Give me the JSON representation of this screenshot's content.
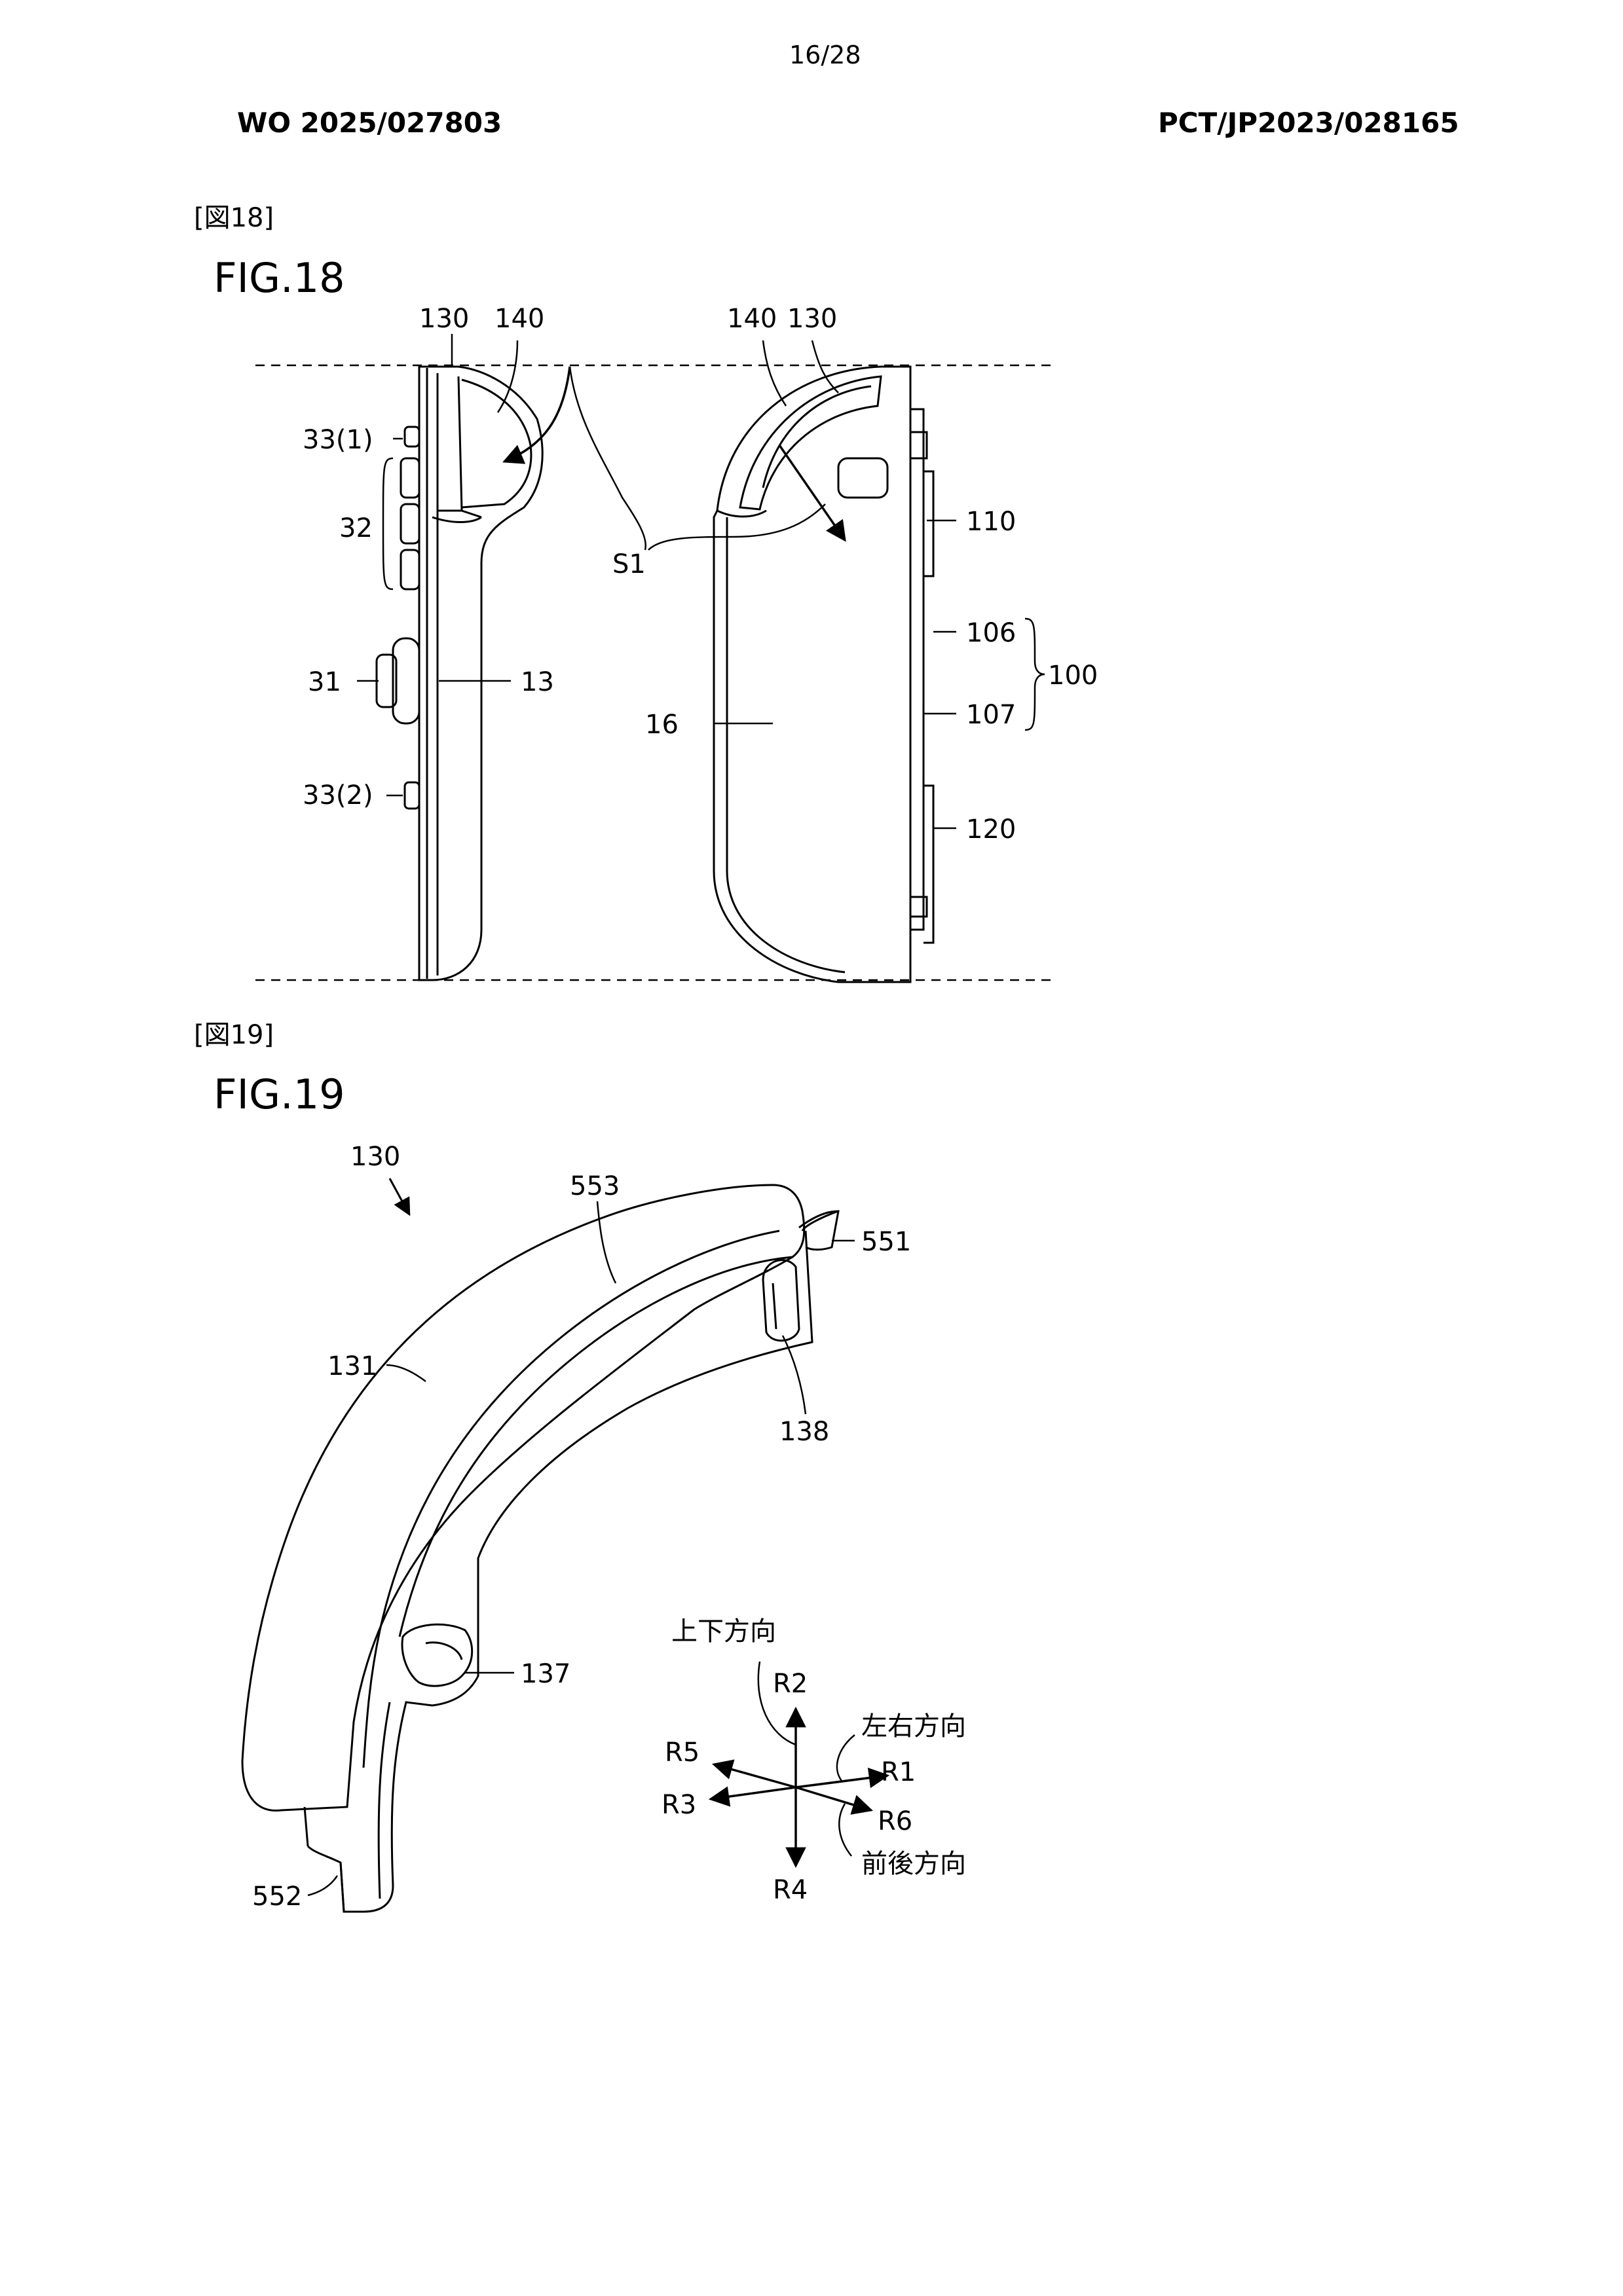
{
  "header": {
    "page_number": "16/28",
    "publication_number": "WO 2025/027803",
    "application_number": "PCT/JP2023/028165"
  },
  "fig18": {
    "tag": "[図18]",
    "title": "FIG.18",
    "labels": {
      "l130a": "130",
      "l140a": "140",
      "l140b": "140",
      "l130b": "130",
      "l33_1": "33(1)",
      "l32": "32",
      "l31": "31",
      "l13": "13",
      "l33_2": "33(2)",
      "lS1": "S1",
      "l16": "16",
      "l110": "110",
      "l106": "106",
      "l107": "107",
      "l100": "100",
      "l120": "120"
    }
  },
  "fig19": {
    "tag": "[図19]",
    "title": "FIG.19",
    "labels": {
      "l130": "130",
      "l553": "553",
      "l551": "551",
      "l131": "131",
      "l138": "138",
      "l137": "137",
      "l552": "552"
    },
    "axes": {
      "vertical": "上下方向",
      "lateral": "左右方向",
      "front_back": "前後方向",
      "r1": "R1",
      "r2": "R2",
      "r3": "R3",
      "r4": "R4",
      "r5": "R5",
      "r6": "R6"
    }
  }
}
